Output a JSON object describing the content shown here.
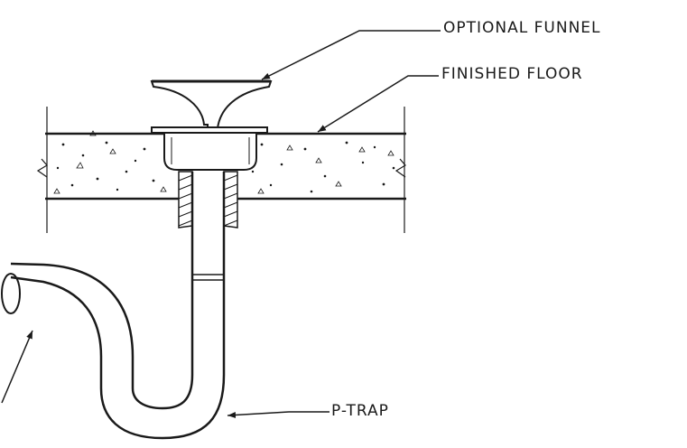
{
  "labels": {
    "funnel": "OPTIONAL FUNNEL",
    "floor": "FINISHED FLOOR",
    "trap": "P-TRAP"
  },
  "colors": {
    "line": "#1a1a1a",
    "background": "#ffffff"
  }
}
